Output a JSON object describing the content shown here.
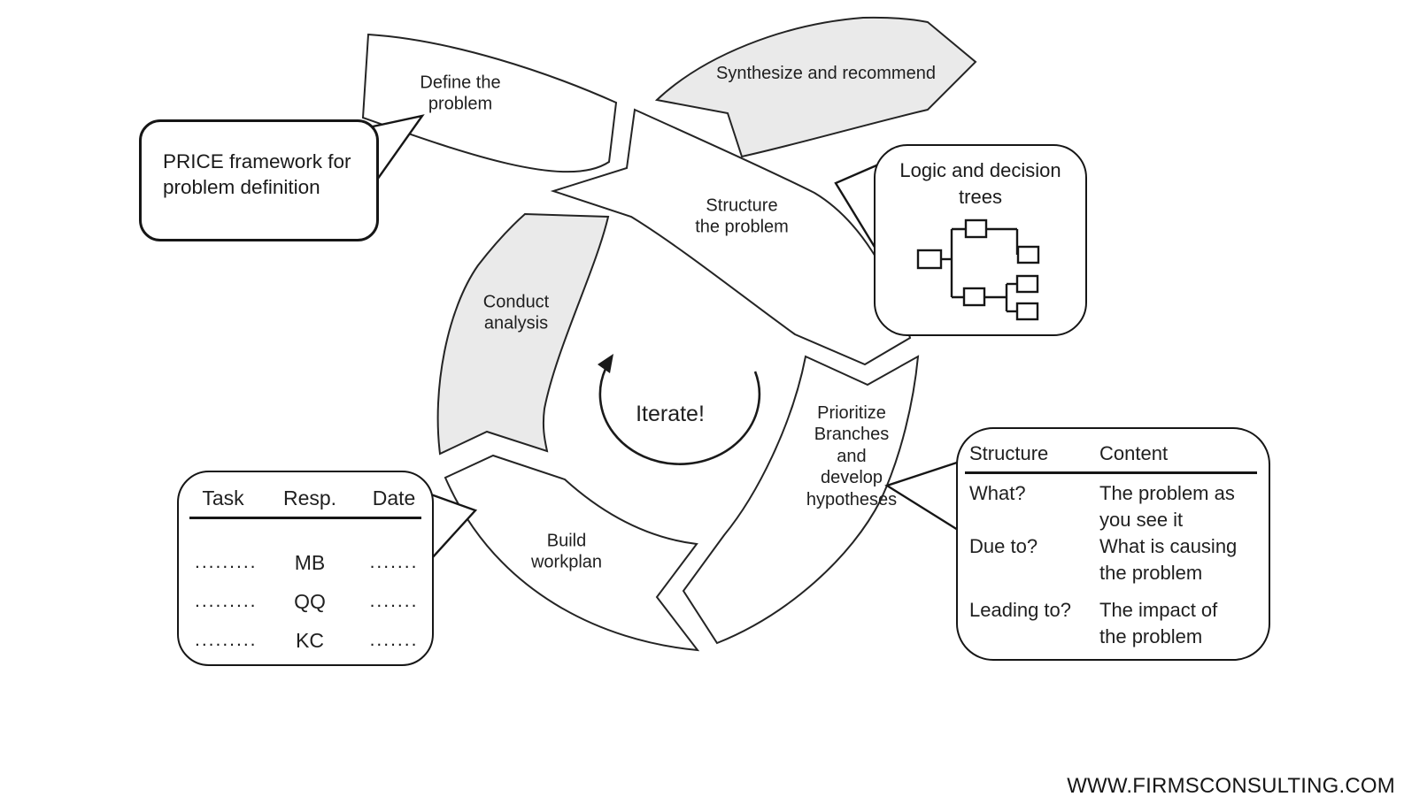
{
  "cycle": {
    "center_label": "Iterate!",
    "segments": {
      "define": "Define the\nproblem",
      "structure": "Structure\nthe problem",
      "prioritize": "Prioritize\nBranches\nand\ndevelop\nhypotheses",
      "build": "Build\nworkplan",
      "conduct": "Conduct\nanalysis",
      "synthesize": "Synthesize and recommend"
    }
  },
  "callouts": {
    "price": {
      "text": "PRICE framework for\nproblem definition"
    },
    "logic": {
      "title": "Logic and decision\ntrees",
      "diagram": "decision-tree-icon"
    },
    "workplan": {
      "headers": [
        "Task",
        "Resp.",
        "Date"
      ],
      "rows": [
        [
          ".........",
          "MB",
          "......."
        ],
        [
          ".........",
          "QQ",
          "......."
        ],
        [
          ".........",
          "KC",
          "......."
        ]
      ]
    },
    "problem_definition": {
      "headers": [
        "Structure",
        "Content"
      ],
      "rows": [
        [
          "What?",
          "The problem as\nyou see it"
        ],
        [
          "Due to?",
          "What is causing\nthe problem"
        ],
        [
          "Leading to?",
          "The impact of\nthe problem"
        ]
      ]
    }
  },
  "footer": {
    "website": "WWW.FIRMSCONSULTING.COM"
  },
  "colors": {
    "background": "#ffffff",
    "segment_white": "#ffffff",
    "segment_gray": "#eaeaea",
    "line": "#242424"
  }
}
